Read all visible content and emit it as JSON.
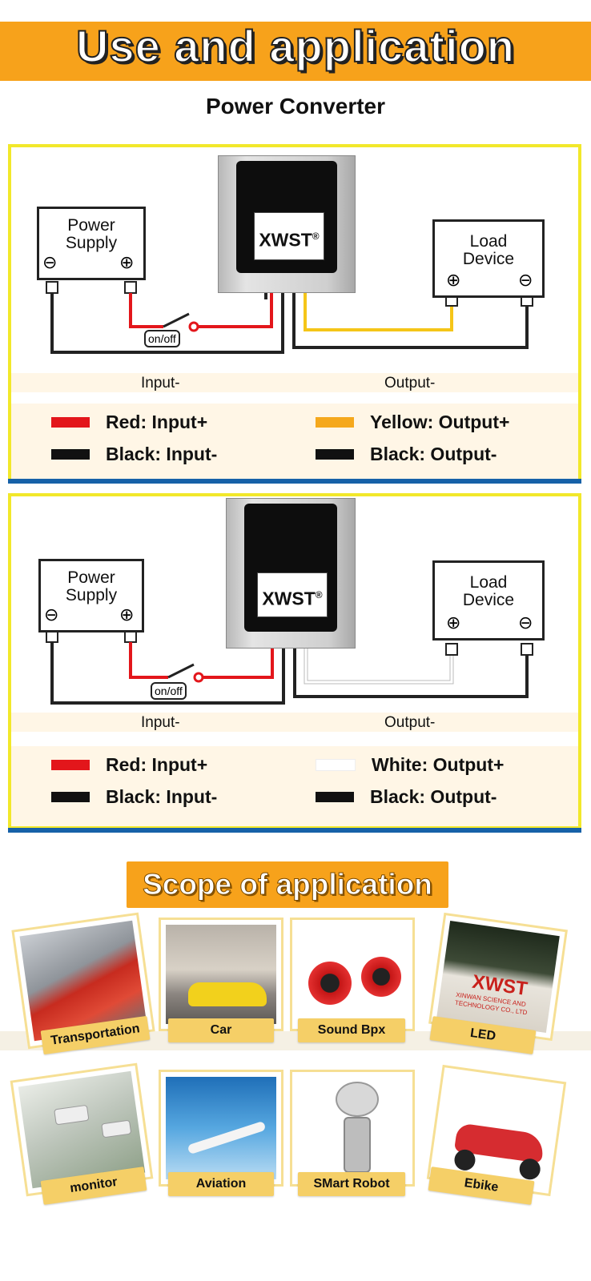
{
  "header": {
    "title": "Use and application",
    "subtitle": "Power Converter"
  },
  "diagram": {
    "power_supply_line1": "Power",
    "power_supply_line2": "Supply",
    "load_line1": "Load",
    "load_line2": "Device",
    "brand": "XWST",
    "registered": "®",
    "switch_label": "on/off",
    "minus_symbol": "⊖",
    "plus_symbol": "⊕",
    "input_label": "Input-",
    "output_label": "Output-"
  },
  "legend_1": {
    "red": "Red: Input+",
    "black_in": "Black: Input-",
    "yellow": "Yellow: Output+",
    "black_out": "Black: Output-"
  },
  "legend_2": {
    "red": "Red: Input+",
    "black_in": "Black: Input-",
    "white": "White: Output+",
    "black_out": "Black: Output-"
  },
  "colors": {
    "orange": "#f7a21b",
    "panel_border": "#f2e82a",
    "blue_rule": "#1661a8",
    "red_wire": "#e3161b",
    "yellow_wire": "#f5c518",
    "white_wire": "#ffffff",
    "black_wire": "#111111",
    "tag": "#f5cf67"
  },
  "scope": {
    "title": "Scope of application",
    "items": [
      "Transportation",
      "Car",
      "Sound Bpx",
      "LED",
      "monitor",
      "Aviation",
      "SMart Robot",
      "Ebike"
    ]
  },
  "led_sign": {
    "brand": "XWST",
    "line1": "XINWAN SCIENCE AND",
    "line2": "TECHNOLOGY CO., LTD"
  }
}
